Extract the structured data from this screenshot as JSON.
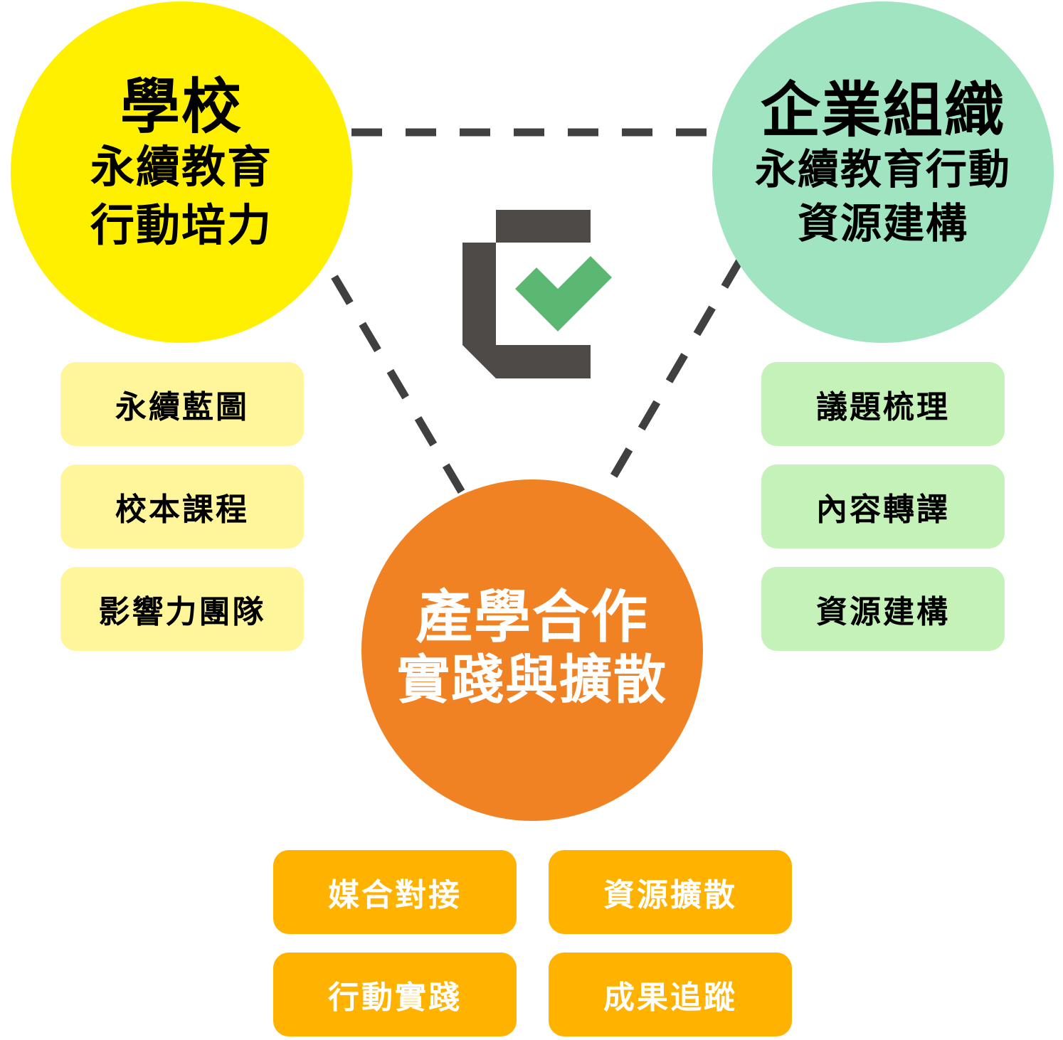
{
  "colors": {
    "school": "#fff000",
    "enterprise": "#a0e4c1",
    "cooperation": "#f08223",
    "school_box": "#fff59b",
    "enterprise_box": "#c5f2b9",
    "cooperation_box": "#ffb300",
    "connector": "#404040",
    "logo_dark": "#4d4a48",
    "logo_check": "#5bb872"
  },
  "logo": {
    "icon": "checkmark-logo-icon"
  },
  "school": {
    "title": "學校",
    "lines": [
      "永續教育",
      "行動培力"
    ],
    "items": [
      "永續藍圖",
      "校本課程",
      "影響力團隊"
    ]
  },
  "enterprise": {
    "title": "企業組織",
    "lines": [
      "永續教育行動",
      "資源建構"
    ],
    "items": [
      "議題梳理",
      "內容轉譯",
      "資源建構"
    ]
  },
  "cooperation": {
    "title": "產學合作",
    "lines": [
      "實踐與擴散"
    ],
    "items": [
      "媒合對接",
      "資源擴散",
      "行動實踐",
      "成果追蹤"
    ]
  }
}
